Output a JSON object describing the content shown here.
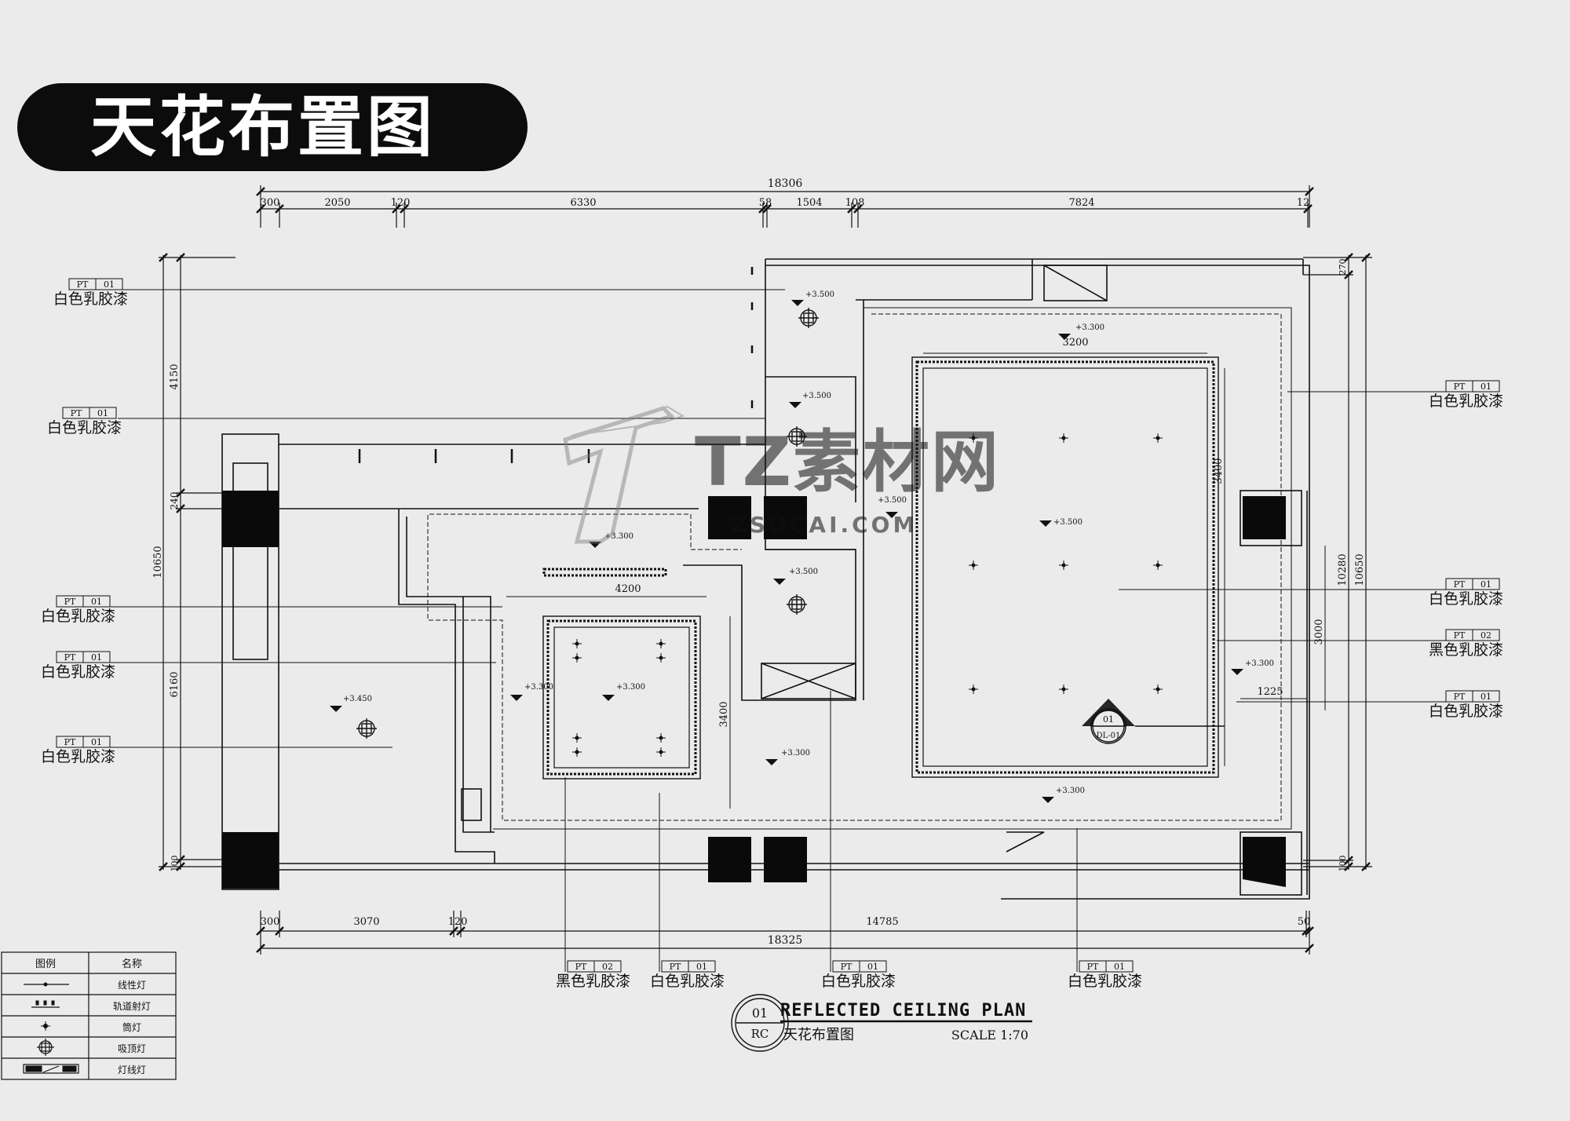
{
  "header": {
    "title": "天花布置图"
  },
  "dimensions": {
    "top_total": "18306",
    "top_segments": [
      "300",
      "2050",
      "120",
      "6330",
      "58",
      "1504",
      "108",
      "7824",
      "12"
    ],
    "bottom_total": "18325",
    "bottom_segments": [
      "300",
      "3070",
      "120",
      "14785",
      "50"
    ],
    "left_total": "10650",
    "left_segments": [
      "4150",
      "240",
      "6160",
      "100"
    ],
    "right_total": "10650",
    "right_inner": "10280",
    "right_segments": [
      "270",
      "3000",
      "1225",
      "100"
    ],
    "inner": [
      "4200",
      "3400",
      "4200",
      "3400",
      "3200",
      "1225"
    ]
  },
  "levels": [
    "+3.500",
    "+3.500",
    "+3.500",
    "+3.500",
    "+3.450",
    "+3.500",
    "+3.300",
    "+3.300",
    "+3.300",
    "+3.300",
    "+3.300",
    "+3.300",
    "+3.300"
  ],
  "materials": {
    "left": [
      {
        "code": "PT",
        "num": "01",
        "name": "白色乳胶漆"
      },
      {
        "code": "PT",
        "num": "01",
        "name": "白色乳胶漆"
      },
      {
        "code": "PT",
        "num": "01",
        "name": "白色乳胶漆"
      },
      {
        "code": "PT",
        "num": "01",
        "name": "白色乳胶漆"
      },
      {
        "code": "PT",
        "num": "01",
        "name": "白色乳胶漆"
      }
    ],
    "right": [
      {
        "code": "PT",
        "num": "01",
        "name": "白色乳胶漆"
      },
      {
        "code": "PT",
        "num": "01",
        "name": "白色乳胶漆"
      },
      {
        "code": "PT",
        "num": "02",
        "name": "黑色乳胶漆"
      },
      {
        "code": "PT",
        "num": "01",
        "name": "白色乳胶漆"
      }
    ],
    "bottom": [
      {
        "code": "PT",
        "num": "02",
        "name": "黑色乳胶漆"
      },
      {
        "code": "PT",
        "num": "01",
        "name": "白色乳胶漆"
      },
      {
        "code": "PT",
        "num": "01",
        "name": "白色乳胶漆"
      },
      {
        "code": "PT",
        "num": "01",
        "name": "白色乳胶漆"
      }
    ]
  },
  "detail_marker": {
    "num": "01",
    "ref": "DL-01"
  },
  "watermark": {
    "brand": "TZ素材网",
    "site": "ZSUCAI.COM"
  },
  "drawing_title": {
    "num": "01",
    "sheet": "RC",
    "en": "REFLECTED CEILING PLAN",
    "cn": "天花布置图",
    "scale": "SCALE 1:70"
  },
  "legend": {
    "headers": [
      "图例",
      "名称"
    ],
    "rows": [
      {
        "icon": "linear-light-icon",
        "name": "线性灯"
      },
      {
        "icon": "track-spotlight-icon",
        "name": "轨道射灯"
      },
      {
        "icon": "downlight-icon",
        "name": "筒灯"
      },
      {
        "icon": "ceiling-lamp-icon",
        "name": "吸顶灯"
      },
      {
        "icon": "strip-light-icon",
        "name": "灯线灯"
      }
    ]
  },
  "colors": {
    "background": "#ebebeb",
    "ink": "#111111",
    "pill": "#0c0c0c",
    "watermark": "#9a9a9a"
  }
}
